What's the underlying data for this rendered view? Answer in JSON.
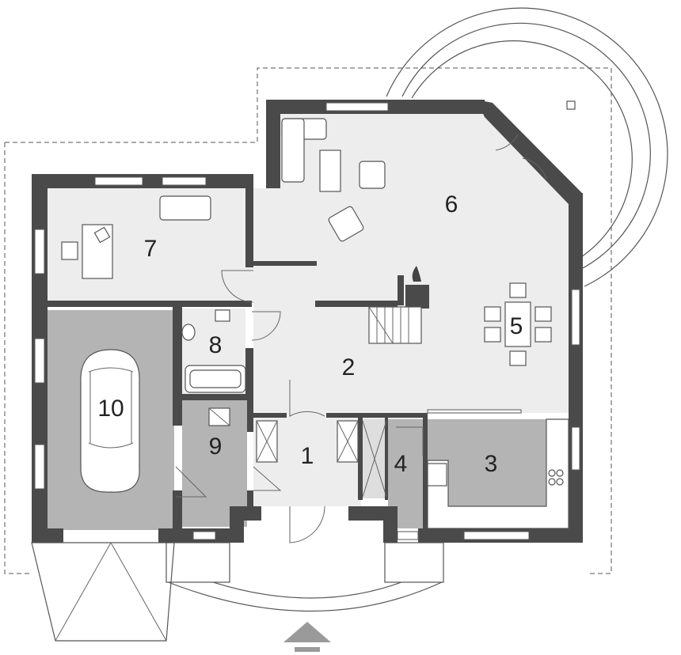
{
  "rooms": [
    {
      "id": "1",
      "label": "1"
    },
    {
      "id": "2",
      "label": "2"
    },
    {
      "id": "3",
      "label": "3"
    },
    {
      "id": "4",
      "label": "4"
    },
    {
      "id": "5",
      "label": "5"
    },
    {
      "id": "6",
      "label": "6"
    },
    {
      "id": "7",
      "label": "7"
    },
    {
      "id": "8",
      "label": "8"
    },
    {
      "id": "9",
      "label": "9"
    },
    {
      "id": "10",
      "label": "10"
    }
  ],
  "colors": {
    "wall": "#4a4a4a",
    "floor_light": "#ededed",
    "floor_mid": "#dedede",
    "floor_dark": "#b4b4b4",
    "entrance_arrow": "#9a9a9a"
  },
  "icons": [
    "car-icon",
    "sofa-icon",
    "armchair-icon",
    "desk-icon",
    "dining-table-icon",
    "fireplace-icon",
    "stairs-icon",
    "bathtub-icon",
    "toilet-icon",
    "sink-icon",
    "cooktop-icon",
    "entrance-arrow-icon"
  ]
}
